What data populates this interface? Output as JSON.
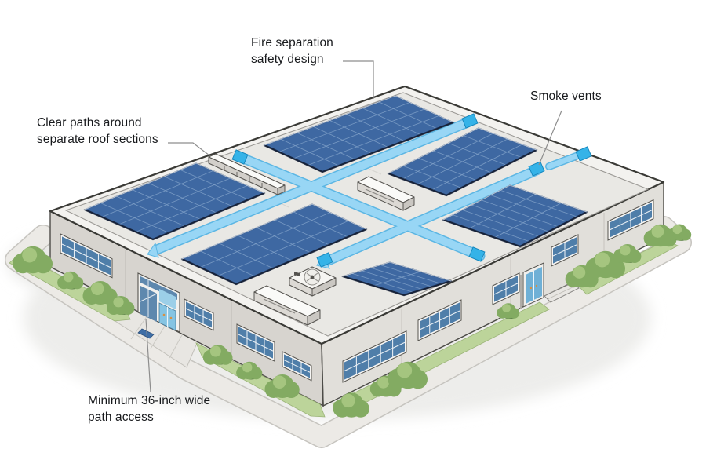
{
  "annotations": {
    "fire_separation": {
      "line1": "Fire separation",
      "line2": "safety design"
    },
    "smoke_vents": {
      "line1": "Smoke vents"
    },
    "clear_paths": {
      "line1": "Clear paths around",
      "line2": "separate roof sections"
    },
    "path_access": {
      "line1": "Minimum 36-inch wide",
      "line2": "path access"
    }
  },
  "scene": {
    "description": "Isometric illustration of a commercial warehouse building with rooftop solar panel arrays separated by clear blue fire-safety walkways, smoke vents, rooftop HVAC units, landscaping and sidewalks",
    "solar_array_count": 6,
    "walkway_count": 3
  },
  "colors": {
    "background": "#ffffff",
    "solar_panel": "#3e68a2",
    "walkway": "#98d6f5",
    "smoke_vent": "#35b3e8",
    "roof": "#e9e8e4",
    "wall": "#d7d4cf",
    "window": "#4f7ea9",
    "grass": "#bcd49a",
    "bush": "#83ab62",
    "label_text": "#17191c",
    "leader_line": "#8d8d8d"
  }
}
